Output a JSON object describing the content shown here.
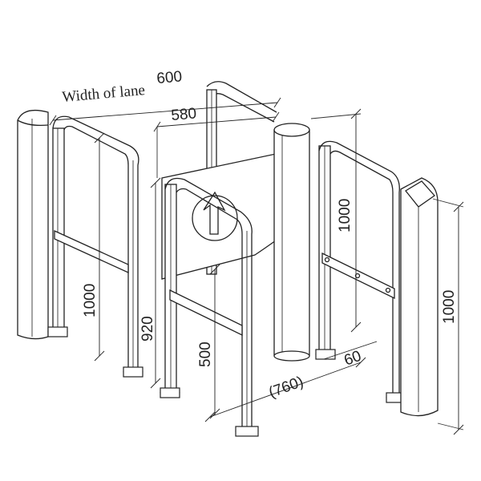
{
  "diagram": {
    "labels": {
      "width_of_lane": "Width of lane",
      "width_value": "600",
      "inner_width": "580",
      "height_left_pole": "1000",
      "gate_height": "920",
      "bar_height": "500",
      "height_center_pole": "1000",
      "height_right_pole": "1000",
      "lane_length": "(760)",
      "offset": "60"
    }
  }
}
